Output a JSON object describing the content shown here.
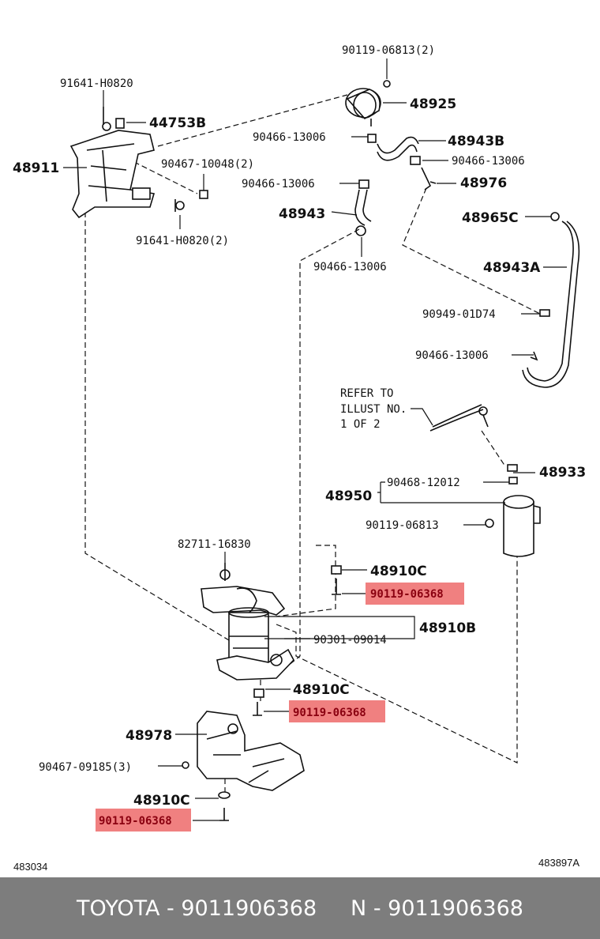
{
  "labels": {
    "p90119_06813_2": "90119-06813(2)",
    "p91641_H0820": "91641-H0820",
    "p48925": "48925",
    "p44753B": "44753B",
    "p90466_a": "90466-13006",
    "p48943B": "48943B",
    "p48911": "48911",
    "p90467_10048": "90467-10048(2)",
    "p90466_b": "90466-13006",
    "p90466_c": "90466-13006",
    "p48976": "48976",
    "p48943": "48943",
    "p48965C": "48965C",
    "p91641_H0820_2": "91641-H0820(2)",
    "p90466_d": "90466-13006",
    "p48943A": "48943A",
    "p90949": "90949-01D74",
    "p90466_e": "90466-13006",
    "refer_1": "REFER TO",
    "refer_2": "ILLUST NO.",
    "refer_3": "1 OF 2",
    "p48933": "48933",
    "p90468": "90468-12012",
    "p48950": "48950",
    "p90119_06813": "90119-06813",
    "p82711": "82711-16830",
    "p48910C_a": "48910C",
    "hl_1": "90119-06368",
    "p90301": "90301-09014",
    "p48910B": "48910B",
    "p48910C_b": "48910C",
    "hl_2": "90119-06368",
    "p48978": "48978",
    "p90467_09185": "90467-09185(3)",
    "p48910C_c": "48910C",
    "hl_3": "90119-06368",
    "code_left": "483034",
    "code_right": "483897A"
  },
  "highlight_color": "#f08080",
  "footer": {
    "text": "TOYOTA - 9011906368     N - 9011906368"
  }
}
